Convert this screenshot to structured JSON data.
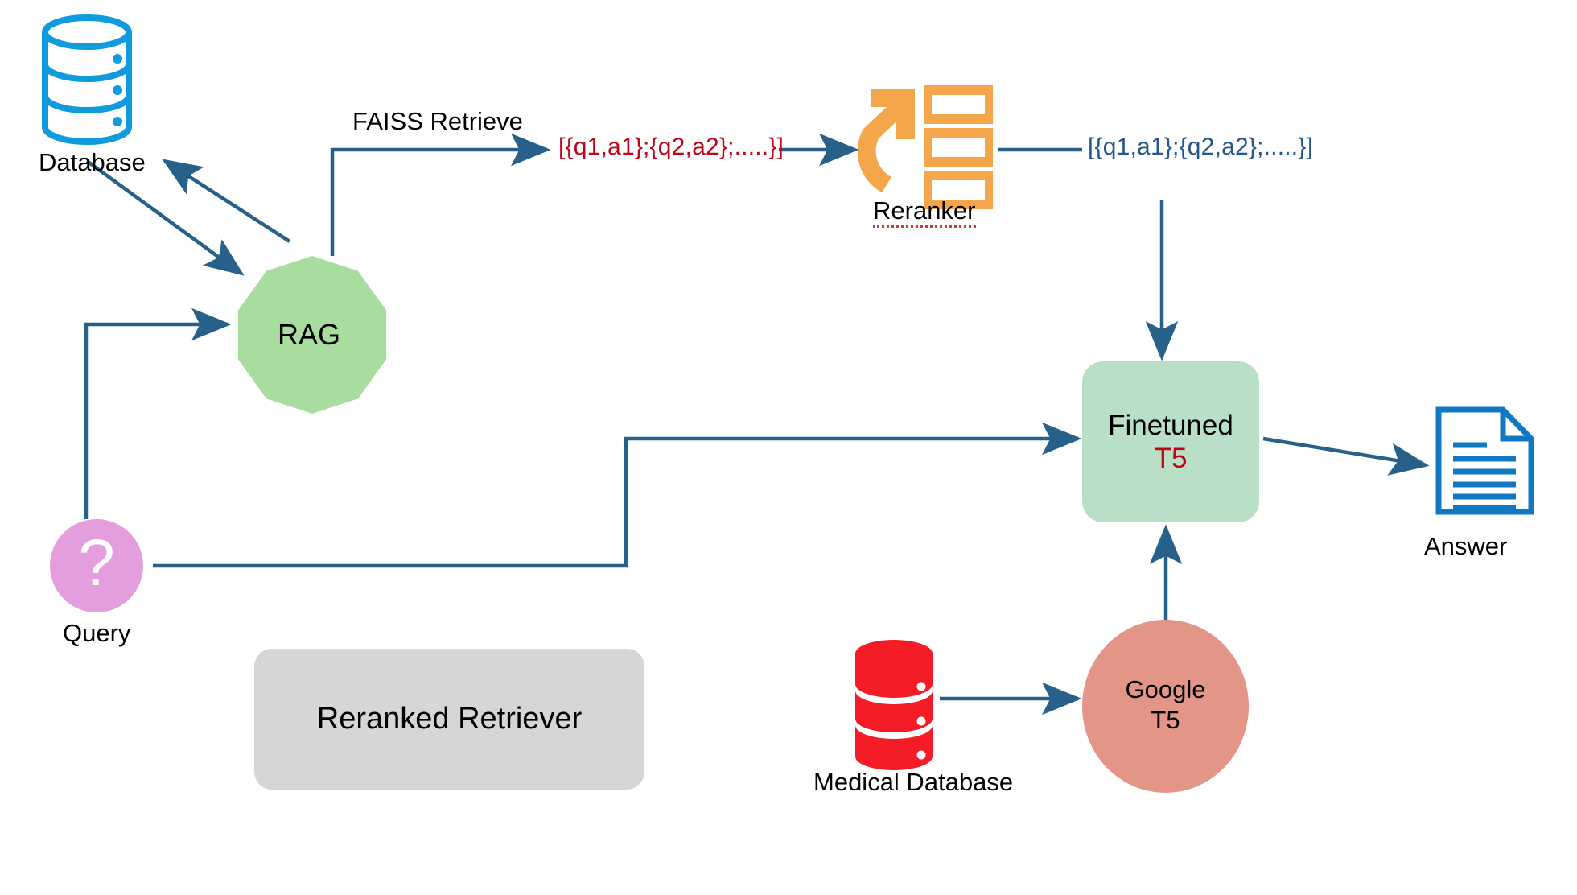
{
  "diagram": {
    "title": "Reranked Retriever RAG pipeline with Finetuned T5",
    "colors": {
      "arrow": "#27618a",
      "database_blue": "#0f9bdd",
      "database_red": "#f41c26",
      "rag_green": "#a9dda0",
      "finetuned_green": "#b9e0c7",
      "google_t5_salmon": "#e39587",
      "query_pink": "#e49ede",
      "reranker_orange": "#f4a64b",
      "code_red": "#c00418",
      "code_blue": "#27578a",
      "legend_gray": "#d6d6d6",
      "answer_blue": "#1179c4"
    }
  },
  "nodes": {
    "database": {
      "label": "Database",
      "icon": "database-cylinder-icon"
    },
    "rag": {
      "label": "RAG",
      "shape": "decagon"
    },
    "reranker": {
      "label": "Reranker",
      "icon": "reranker-icon",
      "spellcheck_underline": true
    },
    "query": {
      "label": "Query",
      "icon": "question-mark-icon"
    },
    "finetuned_t5": {
      "line1": "Finetuned",
      "line2": "T5"
    },
    "google_t5": {
      "line1": "Google",
      "line2": "T5"
    },
    "medical_database": {
      "label": "Medical Database",
      "icon": "database-cylinder-icon"
    },
    "answer": {
      "label": "Answer",
      "icon": "document-icon"
    },
    "legend": {
      "label": "Reranked Retriever"
    }
  },
  "edges": {
    "faiss_label": "FAISS Retrieve",
    "retrieved_pairs_red": "[{q1,a1};{q2,a2};.....}]",
    "reranked_pairs_blue": "[{q1,a1};{q2,a2};.....}]"
  }
}
